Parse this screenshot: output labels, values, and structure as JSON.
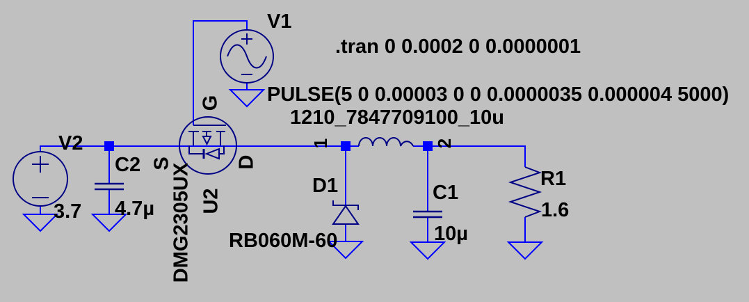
{
  "directives": {
    "tran": ".tran 0 0.0002 0 0.0000001",
    "pulse": "PULSE(5 0 0.00003 0 0 0.0000035 0.000004 5000)"
  },
  "components": {
    "v1": {
      "name": "V1"
    },
    "v2": {
      "name": "V2",
      "value": "3.7"
    },
    "c2": {
      "name": "C2",
      "value": "4.7µ"
    },
    "u2": {
      "name": "U2",
      "model": "DMG2305UX",
      "pins": {
        "gate": "G",
        "source": "S",
        "drain": "D"
      }
    },
    "d1": {
      "name": "D1",
      "model": "RB060M-60"
    },
    "l1": {
      "model": "1210_7847709100_10u",
      "pin1": "1",
      "pin2": "2"
    },
    "c1": {
      "name": "C1",
      "value": "10µ"
    },
    "r1": {
      "name": "R1",
      "value": "1.6"
    }
  },
  "colors": {
    "background": "#c0c0c0",
    "wire": "#0000ff",
    "symbol": "#000084",
    "text": "#000000",
    "junction": "#0000ff"
  }
}
